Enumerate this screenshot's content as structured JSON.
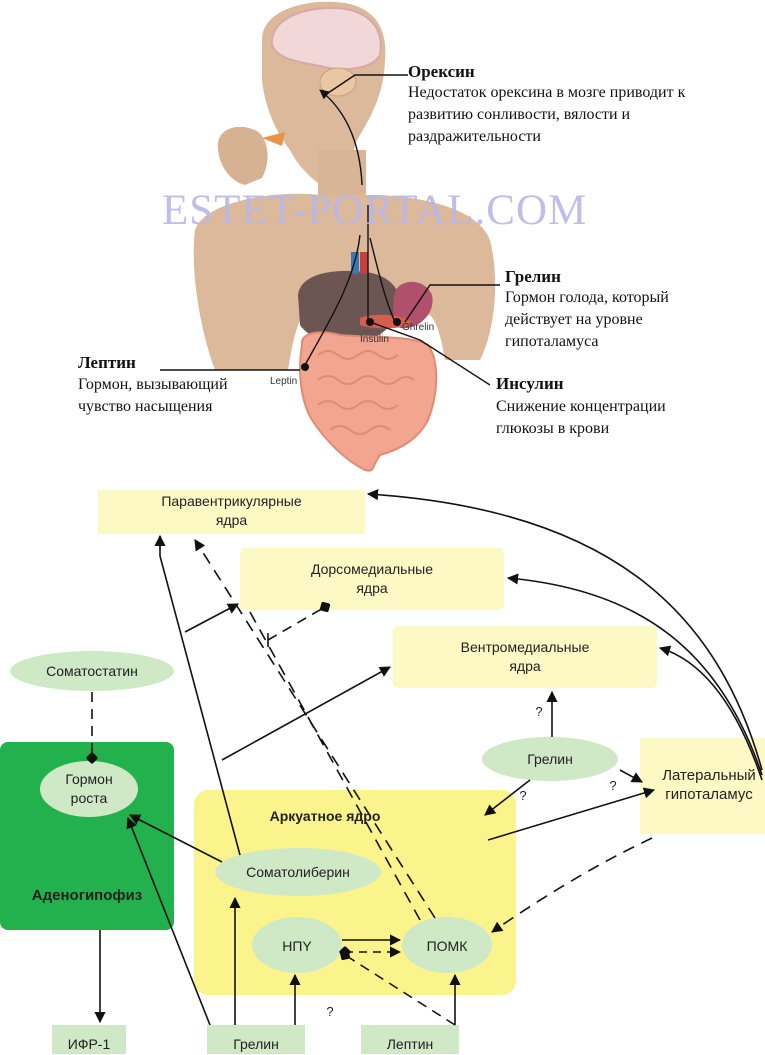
{
  "watermark": "ESTET-PORTAL.COM",
  "annotations": {
    "orexin": {
      "title": "Орексин",
      "lines": [
        "Недостаток орексина в мозге приводит к",
        "развитию сонливости, вялости и",
        "раздражительности"
      ]
    },
    "ghrelin": {
      "title": "Грелин",
      "lines": [
        "Гормон голода, который",
        "действует на уровне",
        "гипоталамуса"
      ]
    },
    "leptin": {
      "title": "Лептин",
      "lines": [
        "Гормон, вызывающий",
        "чувство насыщения"
      ]
    },
    "insulin": {
      "title": "Инсулин",
      "lines": [
        "Снижение концентрации",
        "глюкозы в крови"
      ]
    }
  },
  "organ_labels": {
    "insulin": "Insulin",
    "ghrelin": "Ghrelin",
    "leptin": "Leptin"
  },
  "colors": {
    "nucleus_fill": "#fdf9c4",
    "arcuate_fill": "#fbf48c",
    "adeno_fill": "#22b14c",
    "ellipse_fill": "#cfe8c6",
    "skin": "#dcb99a",
    "liver": "#6d5554",
    "intestine": "#f2a58f"
  },
  "nodes": {
    "paraventricular": [
      "Паравентрикулярные",
      "ядра"
    ],
    "dorsomedial": [
      "Дорсомедиальные",
      "ядра"
    ],
    "ventromedial": [
      "Вентромедиальные",
      "ядра"
    ],
    "somatostatin": "Соматостатин",
    "growth_hormone": [
      "Гормон",
      "роста"
    ],
    "adenohypophysis": "Аденогипофиз",
    "arcuate": "Аркуатное ядро",
    "somatoliberin": "Соматолиберин",
    "npy": "НПY",
    "pomc": "ПОМК",
    "ghrelin": "Грелин",
    "lateral_hypothalamus": [
      "Латеральный",
      "гипоталамус"
    ],
    "igf1": "ИФР-1",
    "ghrelin_bottom": "Грелин",
    "leptin_bottom": "Лептин"
  },
  "question_mark": "?"
}
